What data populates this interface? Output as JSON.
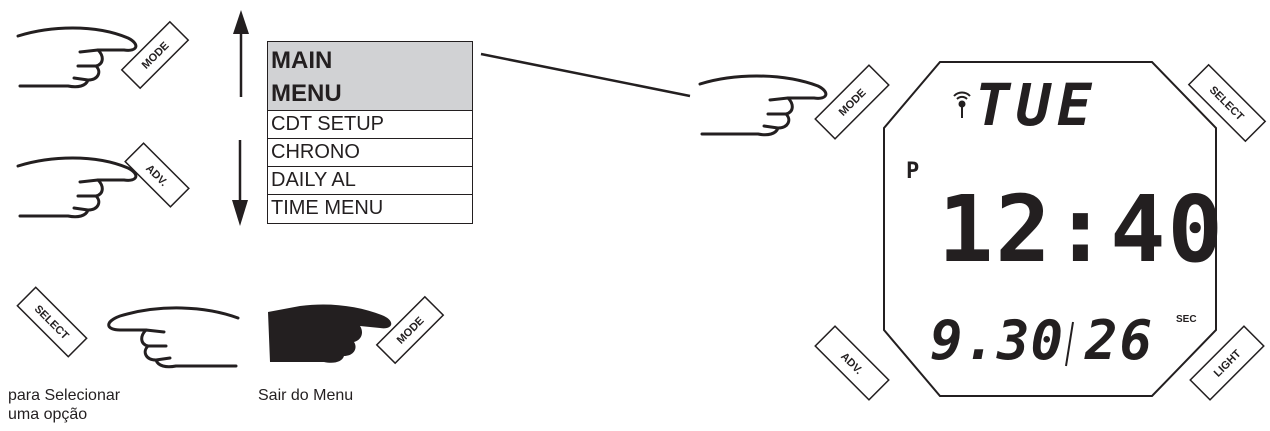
{
  "buttons": {
    "mode": "MODE",
    "adv": "ADV.",
    "select": "SELECT",
    "light": "LIGHT"
  },
  "menu": {
    "header_line1": "MAIN",
    "header_line2": "MENU",
    "items": [
      "CDT SETUP",
      "CHRONO",
      "DAILY AL",
      "TIME MENU"
    ]
  },
  "captions": {
    "select_line1": "para Selecionar",
    "select_line2": "uma opção",
    "exit": "Sair do Menu"
  },
  "watch": {
    "day": "TUE",
    "pm_indicator": "P",
    "time": "12:40",
    "date": "9.30",
    "seconds": "26",
    "sec_label": "SEC",
    "signal_icon": "antenna-signal-icon"
  },
  "colors": {
    "ink": "#231f20",
    "menu_header_bg": "#d1d2d4"
  }
}
